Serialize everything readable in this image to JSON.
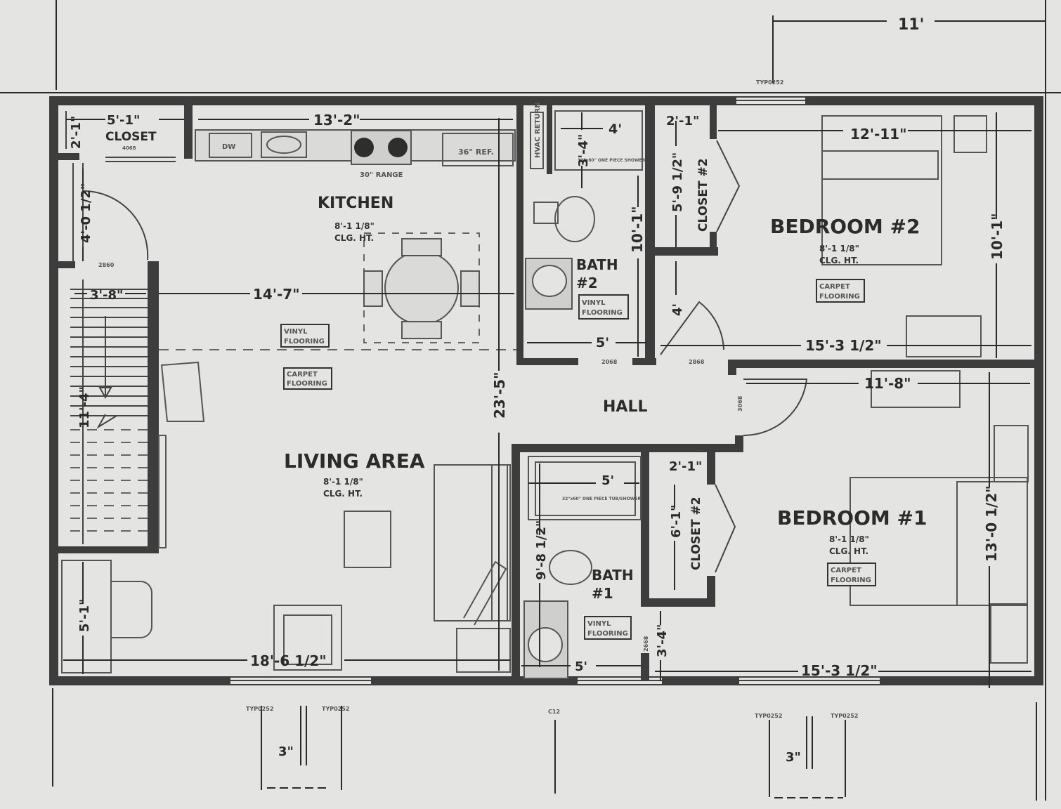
{
  "rooms": {
    "kitchen": "KITCHEN",
    "living": "LIVING AREA",
    "hall": "HALL",
    "bedroom1": "BEDROOM #1",
    "bedroom2": "BEDROOM #2",
    "bath1_a": "BATH",
    "bath1_b": "#1",
    "bath2_a": "BATH",
    "bath2_b": "#2",
    "closet": "CLOSET",
    "closet1": "CLOSET #2",
    "closet2": "CLOSET #2"
  },
  "ceiling": {
    "height": "8'-1 1/8\"",
    "label": "CLG. HT."
  },
  "flooring": {
    "vinyl_a": "VINYL",
    "vinyl_b": "FLOORING",
    "carpet_a": "CARPET",
    "carpet_b": "FLOORING"
  },
  "fixtures": {
    "range": "30\" RANGE",
    "ref": "36\" REF.",
    "dw": "DW",
    "hvac": "HVAC RETURN",
    "shower_note": "32\"x60\" ONE PIECE SHOWER",
    "tub_note": "32\"x60\" ONE PIECE TUB/SHOWER"
  },
  "dimensions": {
    "top_11": "11'",
    "closet_w": "5'-1\"",
    "closet_d": "2'-1\"",
    "kitchen_w": "13'-2\"",
    "bath2_w": "4'",
    "bath2_shower": "3'-4\"",
    "bath2_depth": "10'-1\"",
    "bath2_door": "5'",
    "closet2_w": "2'-1\"",
    "closet2_d": "5'-9 1/2\"",
    "bed2_w": "12'-11\"",
    "bed2_d": "10'-1\"",
    "bed2_bottom": "15'-3 1/2\"",
    "hall_4": "4'",
    "stair_w": "3'-8\"",
    "kitchen_span": "14'-7\"",
    "left_upper": "4'-0 1/2\"",
    "stair_len": "11'-4\"",
    "overall_depth": "23'-5\"",
    "bed1_w": "11'-8\"",
    "bath1_tub": "5'",
    "closet1_w": "2'-1\"",
    "closet1_d": "6'-1\"",
    "bath1_depth": "9'-8 1/2\"",
    "bath1_bottom": "5'",
    "bath1_side": "3'-4\"",
    "bed1_d": "13'-0 1/2\"",
    "bed1_bottom": "15'-3 1/2\"",
    "living_w": "18'-6 1/2\"",
    "left_lower": "5'-1\"",
    "pier_left": "3\"",
    "pier_right": "3\""
  },
  "small_labels": {
    "door_2860": "2860",
    "door_2868": "2868",
    "door_2068": "2068",
    "door_3068": "3068",
    "door_2668": "2668",
    "door_4068": "4068",
    "win_a": "TYP0252",
    "win_b": "TYP0252",
    "win_c": "TYP0252",
    "win_d": "TYP0252",
    "win_e": "TYP0252",
    "c12": "C12"
  }
}
